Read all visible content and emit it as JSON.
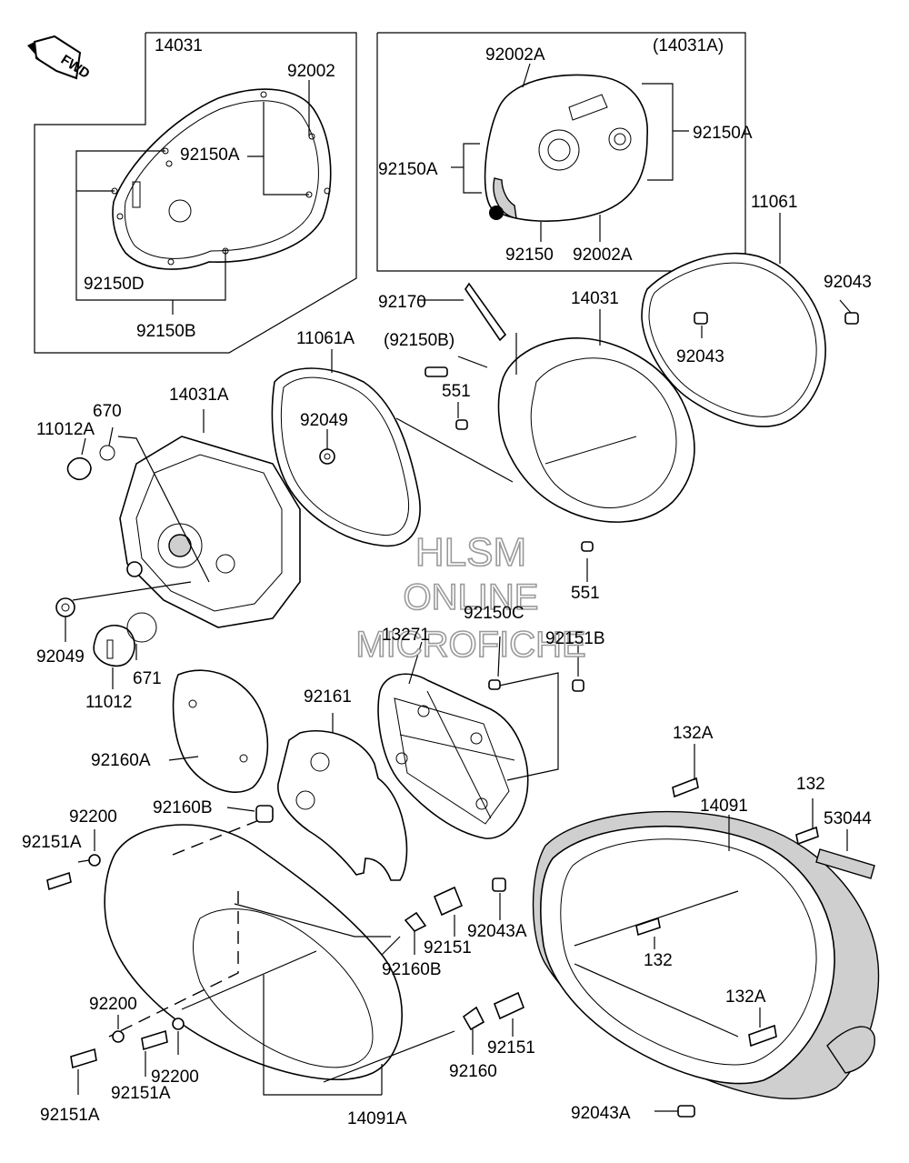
{
  "watermark": {
    "line1": "HLSM",
    "line2": "ONLINE",
    "line3": "MICROFICHE"
  },
  "fwd": "FWD",
  "labels": {
    "l14031": "14031",
    "l92002": "92002",
    "l92150A_1": "92150A",
    "l92150D": "92150D",
    "l92150B": "92150B",
    "l14031A_box": "(14031A)",
    "l92002A_top": "92002A",
    "l92150A_right": "92150A",
    "l92150A_left": "92150A",
    "l92150": "92150",
    "l92002A_bot": "92002A",
    "l11061": "11061",
    "l92043_right": "92043",
    "l92043_mid": "92043",
    "l92170": "92170",
    "l92150B_paren": "(92150B)",
    "l551_top": "551",
    "l551_bot": "551",
    "l11061A": "11061A",
    "l92049_top": "92049",
    "l14031A": "14031A",
    "l670": "670",
    "l11012A": "11012A",
    "l92049_bot": "92049",
    "l671": "671",
    "l11012": "11012",
    "l92150C": "92150C",
    "l13271": "13271",
    "l92151B": "92151B",
    "l92161": "92161",
    "l92160A": "92160A",
    "l132A_top": "132A",
    "l132_right": "132",
    "l14091": "14091",
    "l53044": "53044",
    "l92160B_top": "92160B",
    "l92200_top": "92200",
    "l92151A_top": "92151A",
    "l92043A_mid": "92043A",
    "l92151_mid": "92151",
    "l92160B_mid": "92160B",
    "l132_mid": "132",
    "l132A_bot": "132A",
    "l92200_mid": "92200",
    "l92200_bot": "92200",
    "l92151A_mid": "92151A",
    "l92151A_bot": "92151A",
    "l92160": "92160",
    "l92151_bot": "92151",
    "l14091A": "14091A",
    "l92043A_bot": "92043A"
  }
}
